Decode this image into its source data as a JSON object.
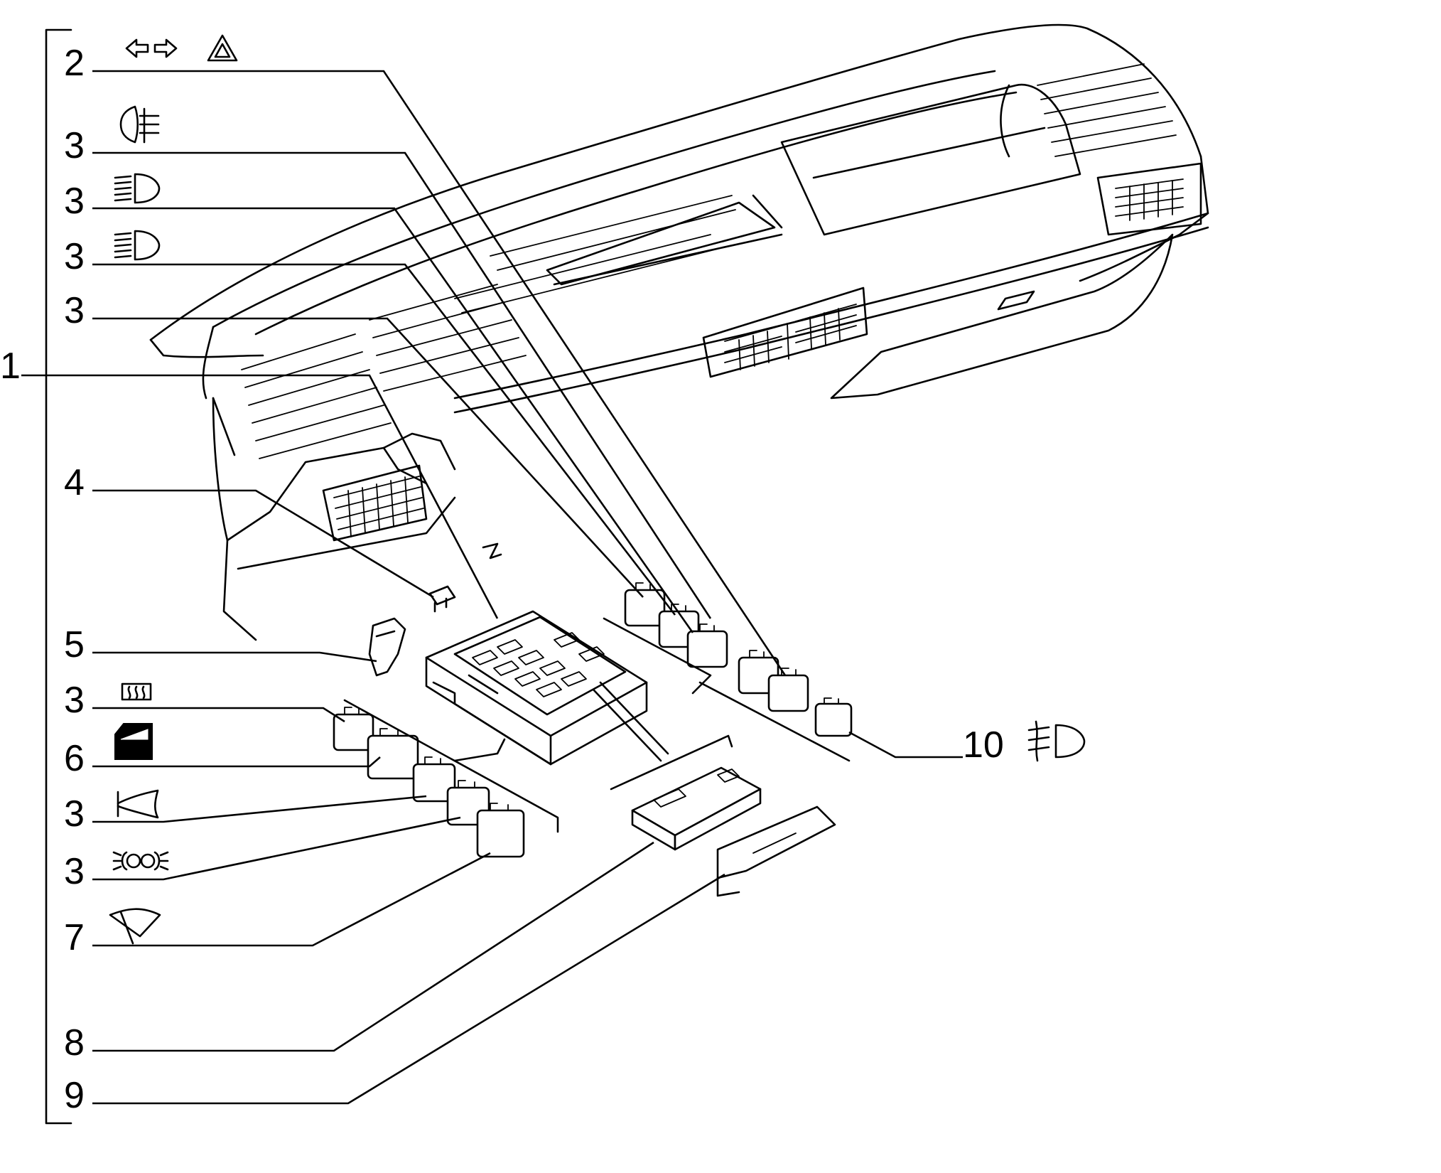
{
  "callouts": [
    {
      "id": "c2a",
      "number": "2",
      "symbol": "hazard-turn-signal-icon"
    },
    {
      "id": "c3a",
      "number": "3",
      "symbol": "rear-fog-light-icon"
    },
    {
      "id": "c3b",
      "number": "3",
      "symbol": "high-beam-icon"
    },
    {
      "id": "c3c",
      "number": "3",
      "symbol": "high-beam-icon"
    },
    {
      "id": "c3d",
      "number": "3",
      "symbol": ""
    },
    {
      "id": "c1",
      "number": "1",
      "symbol": ""
    },
    {
      "id": "c4",
      "number": "4",
      "symbol": ""
    },
    {
      "id": "c5",
      "number": "5",
      "symbol": ""
    },
    {
      "id": "c3e",
      "number": "3",
      "symbol": "rear-window-defrost-icon"
    },
    {
      "id": "c6",
      "number": "6",
      "symbol": "power-window-icon"
    },
    {
      "id": "c3f",
      "number": "3",
      "symbol": "horn-icon"
    },
    {
      "id": "c3g",
      "number": "3",
      "symbol": "side-lights-icon"
    },
    {
      "id": "c7",
      "number": "7",
      "symbol": "windscreen-wiper-icon"
    },
    {
      "id": "c8",
      "number": "8",
      "symbol": ""
    },
    {
      "id": "c9",
      "number": "9",
      "symbol": ""
    },
    {
      "id": "c10",
      "number": "10",
      "symbol": "front-fog-light-icon"
    }
  ]
}
